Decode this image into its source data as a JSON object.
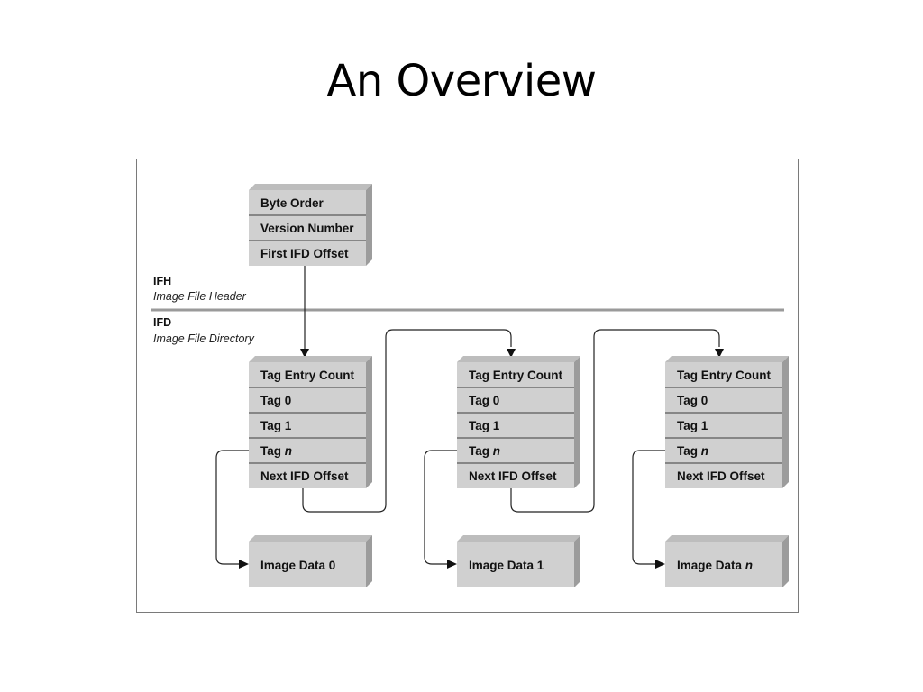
{
  "slide": {
    "title": "An Overview"
  },
  "sections": {
    "ifh": {
      "label": "IFH",
      "name": "Image File Header"
    },
    "ifd": {
      "label": "IFD",
      "name": "Image File Directory"
    }
  },
  "header_box": {
    "rows": [
      "Byte Order",
      "Version Number",
      "First IFD Offset"
    ]
  },
  "ifd_boxes": [
    {
      "rows": [
        {
          "text": "Tag Entry Count"
        },
        {
          "text": "Tag 0"
        },
        {
          "text": "Tag 1"
        },
        {
          "text": "Tag ",
          "var": "n"
        },
        {
          "text": "Next IFD Offset"
        }
      ],
      "image": {
        "text": "Image Data 0"
      }
    },
    {
      "rows": [
        {
          "text": "Tag Entry Count"
        },
        {
          "text": "Tag 0"
        },
        {
          "text": "Tag 1"
        },
        {
          "text": "Tag ",
          "var": "n"
        },
        {
          "text": "Next IFD Offset"
        }
      ],
      "image": {
        "text": "Image Data 1"
      }
    },
    {
      "rows": [
        {
          "text": "Tag Entry Count"
        },
        {
          "text": "Tag 0"
        },
        {
          "text": "Tag 1"
        },
        {
          "text": "Tag ",
          "var": "n"
        },
        {
          "text": "Next IFD Offset"
        }
      ],
      "image": {
        "text": "Image Data ",
        "var": "n"
      }
    }
  ],
  "colors": {
    "box_face": "#d0d0d0",
    "box_side": "#9c9c9c",
    "frame_border": "#7a7a7a",
    "connector": "#222222"
  }
}
